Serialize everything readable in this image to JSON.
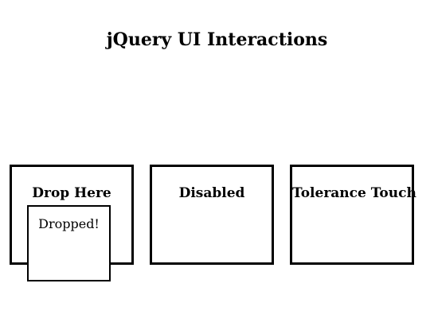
{
  "page": {
    "title": "jQuery UI Interactions"
  },
  "droppables": [
    {
      "label": "Drop Here"
    },
    {
      "label": "Disabled"
    },
    {
      "label": "Tolerance Touch"
    }
  ],
  "draggable": {
    "label": "Dropped!"
  },
  "colors": {
    "background": "#ffffff",
    "border": "#000000",
    "text": "#000000"
  }
}
